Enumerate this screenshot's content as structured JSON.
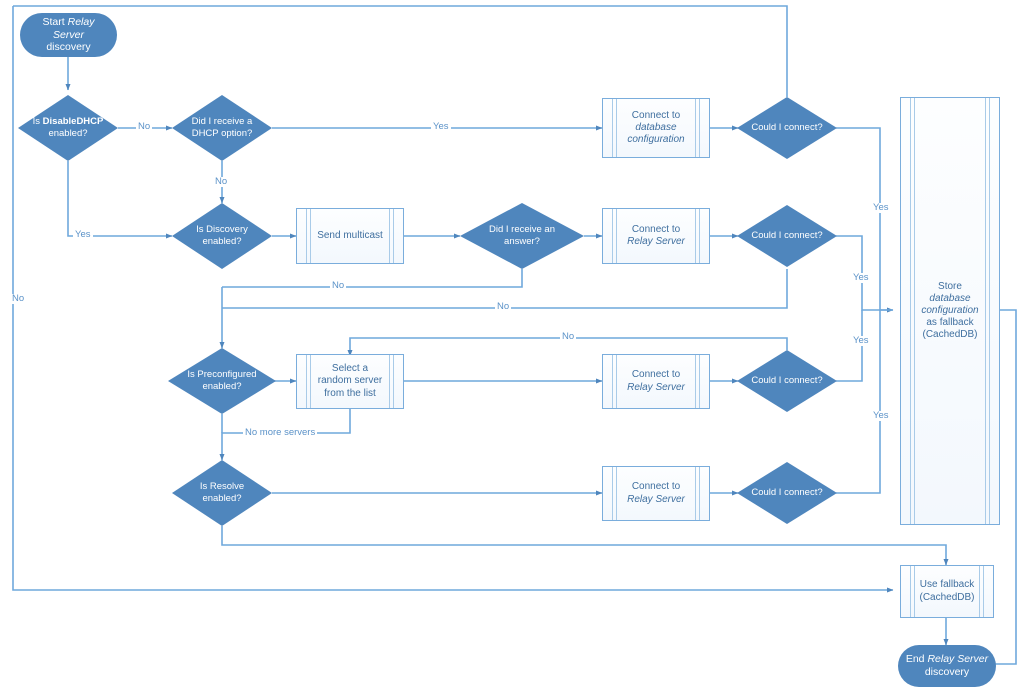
{
  "diagram": {
    "title": "Relay Server discovery flowchart",
    "colors": {
      "fill": "#4f86bd",
      "stroke": "#6fa8dc",
      "box_border": "#7aaddc",
      "box_text": "#3f6f9f",
      "label_text": "#5b92c8",
      "node_text": "#ffffff"
    }
  },
  "nodes": {
    "start": {
      "label": "Start Relay Server discovery",
      "pre": "Start ",
      "em": "Relay Server",
      "post": "\ndiscovery"
    },
    "d_disabledhcp": {
      "pre": "Is ",
      "em": "DisableDHCP",
      "post": "\nenabled?"
    },
    "d_dhcp_option": {
      "label": "Did I receive a\nDHCP option?"
    },
    "p_connect_dbconfig": {
      "pre": "Connect to\n",
      "em": "database\nconfiguration",
      "post": ""
    },
    "d_connect1": {
      "label": "Could I connect?"
    },
    "d_discovery": {
      "label": "Is Discovery\nenabled?"
    },
    "p_send_multicast": {
      "label": "Send multicast"
    },
    "d_answer": {
      "label": "Did I receive an\nanswer?"
    },
    "p_connect_relay2": {
      "pre": "Connect to\n",
      "em": "Relay Server",
      "post": ""
    },
    "d_connect2": {
      "label": "Could I connect?"
    },
    "d_preconfigured": {
      "label": "Is Preconfigured\nenabled?"
    },
    "p_select_random": {
      "label": "Select a\nrandom server\nfrom the list"
    },
    "p_connect_relay3": {
      "pre": "Connect to\n",
      "em": "Relay Server",
      "post": ""
    },
    "d_connect3": {
      "label": "Could I connect?"
    },
    "d_resolve": {
      "label": "Is Resolve\nenabled?"
    },
    "p_connect_relay4": {
      "pre": "Connect to\n",
      "em": "Relay Server",
      "post": ""
    },
    "d_connect4": {
      "label": "Could I connect?"
    },
    "p_store_fallback": {
      "pre": "Store ",
      "em": "database\nconfiguration",
      "post": "\nas fallback\n(CachedDB)"
    },
    "p_use_fallback": {
      "label": "Use fallback\n(CachedDB)"
    },
    "end": {
      "pre": "End ",
      "em": "Relay Server",
      "post": "\ndiscovery"
    }
  },
  "edge_labels": {
    "dhcp_no": "No",
    "dhcp_yes": "Yes",
    "dhcp_option_yes": "Yes",
    "dhcp_option_no": "No",
    "connect1_yes": "Yes",
    "connect1_no_top": "No",
    "discovery_no_far_left": "No",
    "answer_no": "No",
    "connect2_no": "No",
    "connect2_yes": "Yes",
    "connect3_no": "No",
    "connect3_yes": "Yes",
    "no_more_servers": "No more servers",
    "connect4_yes": "Yes"
  },
  "chart_data": {
    "type": "diagram",
    "flow": [
      {
        "from": "start",
        "to": "d_disabledhcp",
        "label": ""
      },
      {
        "from": "d_disabledhcp",
        "to": "d_dhcp_option",
        "label": "No"
      },
      {
        "from": "d_disabledhcp",
        "to": "d_discovery",
        "label": "Yes"
      },
      {
        "from": "d_dhcp_option",
        "to": "p_connect_dbconfig",
        "label": "Yes"
      },
      {
        "from": "d_dhcp_option",
        "to": "d_discovery",
        "label": "No"
      },
      {
        "from": "p_connect_dbconfig",
        "to": "d_connect1",
        "label": ""
      },
      {
        "from": "d_connect1",
        "to": "p_store_fallback",
        "label": "Yes"
      },
      {
        "from": "d_connect1",
        "to": "d_connect1",
        "label": "No"
      },
      {
        "from": "d_discovery",
        "to": "p_send_multicast",
        "label": ""
      },
      {
        "from": "d_discovery",
        "to": "d_preconfigured",
        "label": "No"
      },
      {
        "from": "p_send_multicast",
        "to": "d_answer",
        "label": ""
      },
      {
        "from": "d_answer",
        "to": "p_connect_relay2",
        "label": ""
      },
      {
        "from": "d_answer",
        "to": "d_preconfigured",
        "label": "No"
      },
      {
        "from": "p_connect_relay2",
        "to": "d_connect2",
        "label": ""
      },
      {
        "from": "d_connect2",
        "to": "p_store_fallback",
        "label": "Yes"
      },
      {
        "from": "d_connect2",
        "to": "d_preconfigured",
        "label": "No"
      },
      {
        "from": "d_preconfigured",
        "to": "p_select_random",
        "label": ""
      },
      {
        "from": "d_preconfigured",
        "to": "d_resolve",
        "label": "No more servers"
      },
      {
        "from": "p_select_random",
        "to": "p_connect_relay3",
        "label": ""
      },
      {
        "from": "p_connect_relay3",
        "to": "d_connect3",
        "label": ""
      },
      {
        "from": "d_connect3",
        "to": "p_store_fallback",
        "label": "Yes"
      },
      {
        "from": "d_connect3",
        "to": "p_select_random",
        "label": "No"
      },
      {
        "from": "d_resolve",
        "to": "p_connect_relay4",
        "label": ""
      },
      {
        "from": "d_resolve",
        "to": "p_use_fallback",
        "label": "No"
      },
      {
        "from": "p_connect_relay4",
        "to": "d_connect4",
        "label": ""
      },
      {
        "from": "d_connect4",
        "to": "p_store_fallback",
        "label": "Yes"
      },
      {
        "from": "p_store_fallback",
        "to": "end",
        "label": ""
      },
      {
        "from": "p_use_fallback",
        "to": "end",
        "label": ""
      }
    ]
  }
}
